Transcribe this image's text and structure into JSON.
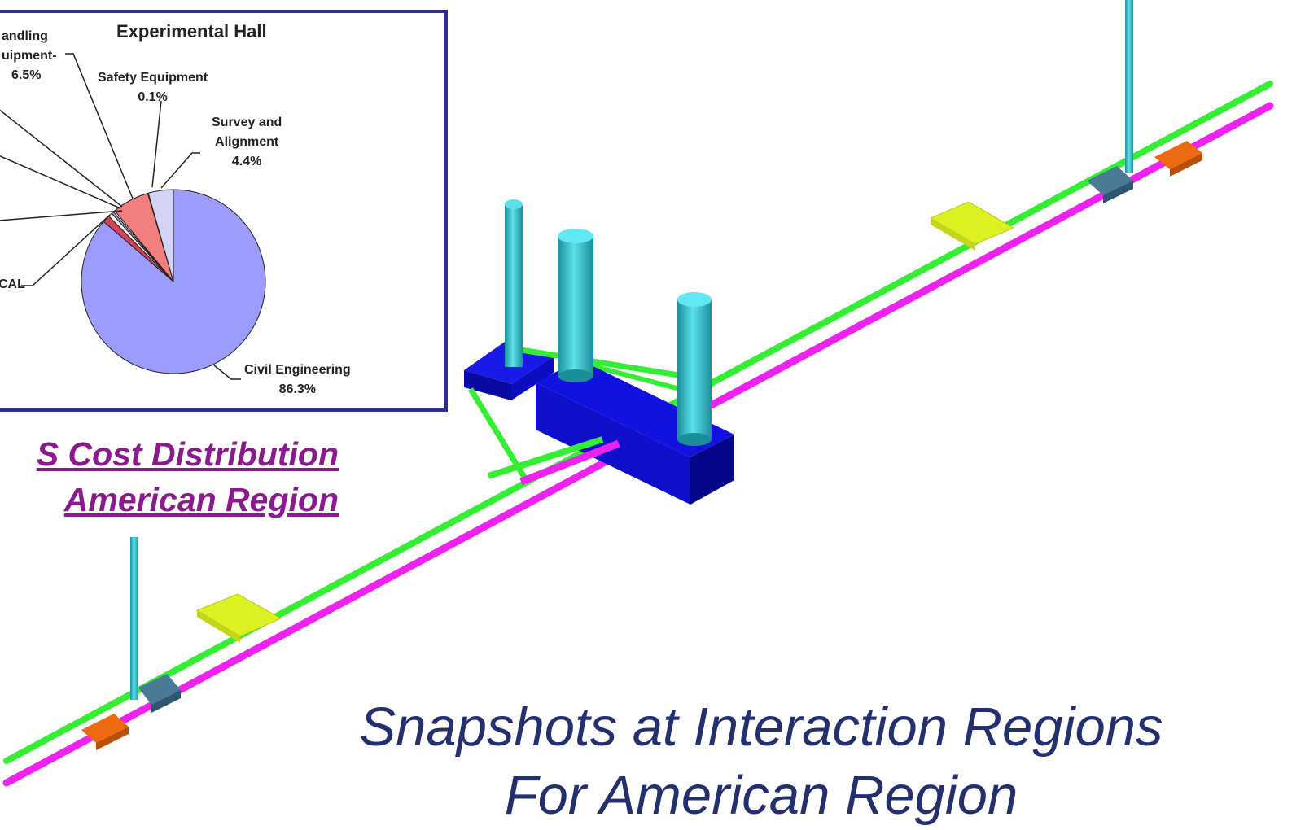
{
  "colors": {
    "green_pipe": "#33ee33",
    "magenta_pipe": "#ee22ee",
    "cyan_shaft": "#33bbcc",
    "blue_hall": "#1212e0",
    "yellow_alcove": "#ddf022",
    "orange_block": "#ee6a10",
    "steel_block": "#4a7a96",
    "frame_border": "#2e2e8f",
    "caption_color": "#8b1a8f",
    "subtitle_color": "#24306e"
  },
  "chart_data": {
    "type": "pie",
    "title": "Experimental Hall",
    "slices": [
      {
        "label": "Civil Engineering",
        "value": 86.3,
        "color": "#9c9cfc"
      },
      {
        "label": "CAL",
        "value": 1.3,
        "color": "#d3425a"
      },
      {
        "label": "",
        "value": 0.7,
        "color": "#fff8dc"
      },
      {
        "label": "",
        "value": 0.4,
        "color": "#9c9cfc"
      },
      {
        "label": "",
        "value": 0.3,
        "color": "#fff8dc"
      },
      {
        "label": "Handling Equipment",
        "value": 6.5,
        "color": "#f37e7e"
      },
      {
        "label": "Safety Equipment",
        "value": 0.1,
        "color": "#ffffff"
      },
      {
        "label": "Survey and Alignment",
        "value": 4.4,
        "color": "#d3d3f5"
      }
    ],
    "labels_shown": {
      "handling": [
        "andling",
        "uipment-",
        "6.5%"
      ],
      "safety": [
        "Safety Equipment",
        "0.1%"
      ],
      "survey": [
        "Survey and",
        "Alignment",
        "4.4%"
      ],
      "cal": "CAL",
      "civil": [
        "Civil Engineering",
        "86.3%"
      ]
    }
  },
  "caption": {
    "line1": "S Cost Distribution",
    "line2": "American Region"
  },
  "subtitle": {
    "line1": "Snapshots at Interaction Regions",
    "line2": "For American Region"
  }
}
